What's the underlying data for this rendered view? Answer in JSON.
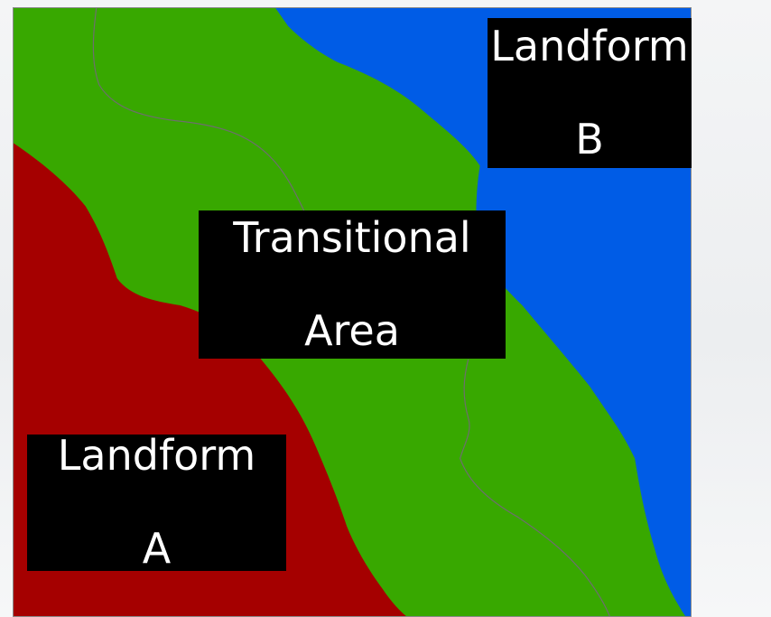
{
  "map": {
    "regions": [
      {
        "name": "Landform A",
        "color": "#a50000"
      },
      {
        "name": "Transitional Area",
        "color": "#38a800"
      },
      {
        "name": "Landform B",
        "color": "#005ce6"
      }
    ],
    "boundary_color": "#6e6e6e"
  },
  "labels": {
    "landform_b": {
      "line1": "Landform",
      "line2": "B"
    },
    "transitional": {
      "line1": "Transitional",
      "line2": "Area"
    },
    "landform_a": {
      "line1": "Landform",
      "line2": "A"
    }
  }
}
